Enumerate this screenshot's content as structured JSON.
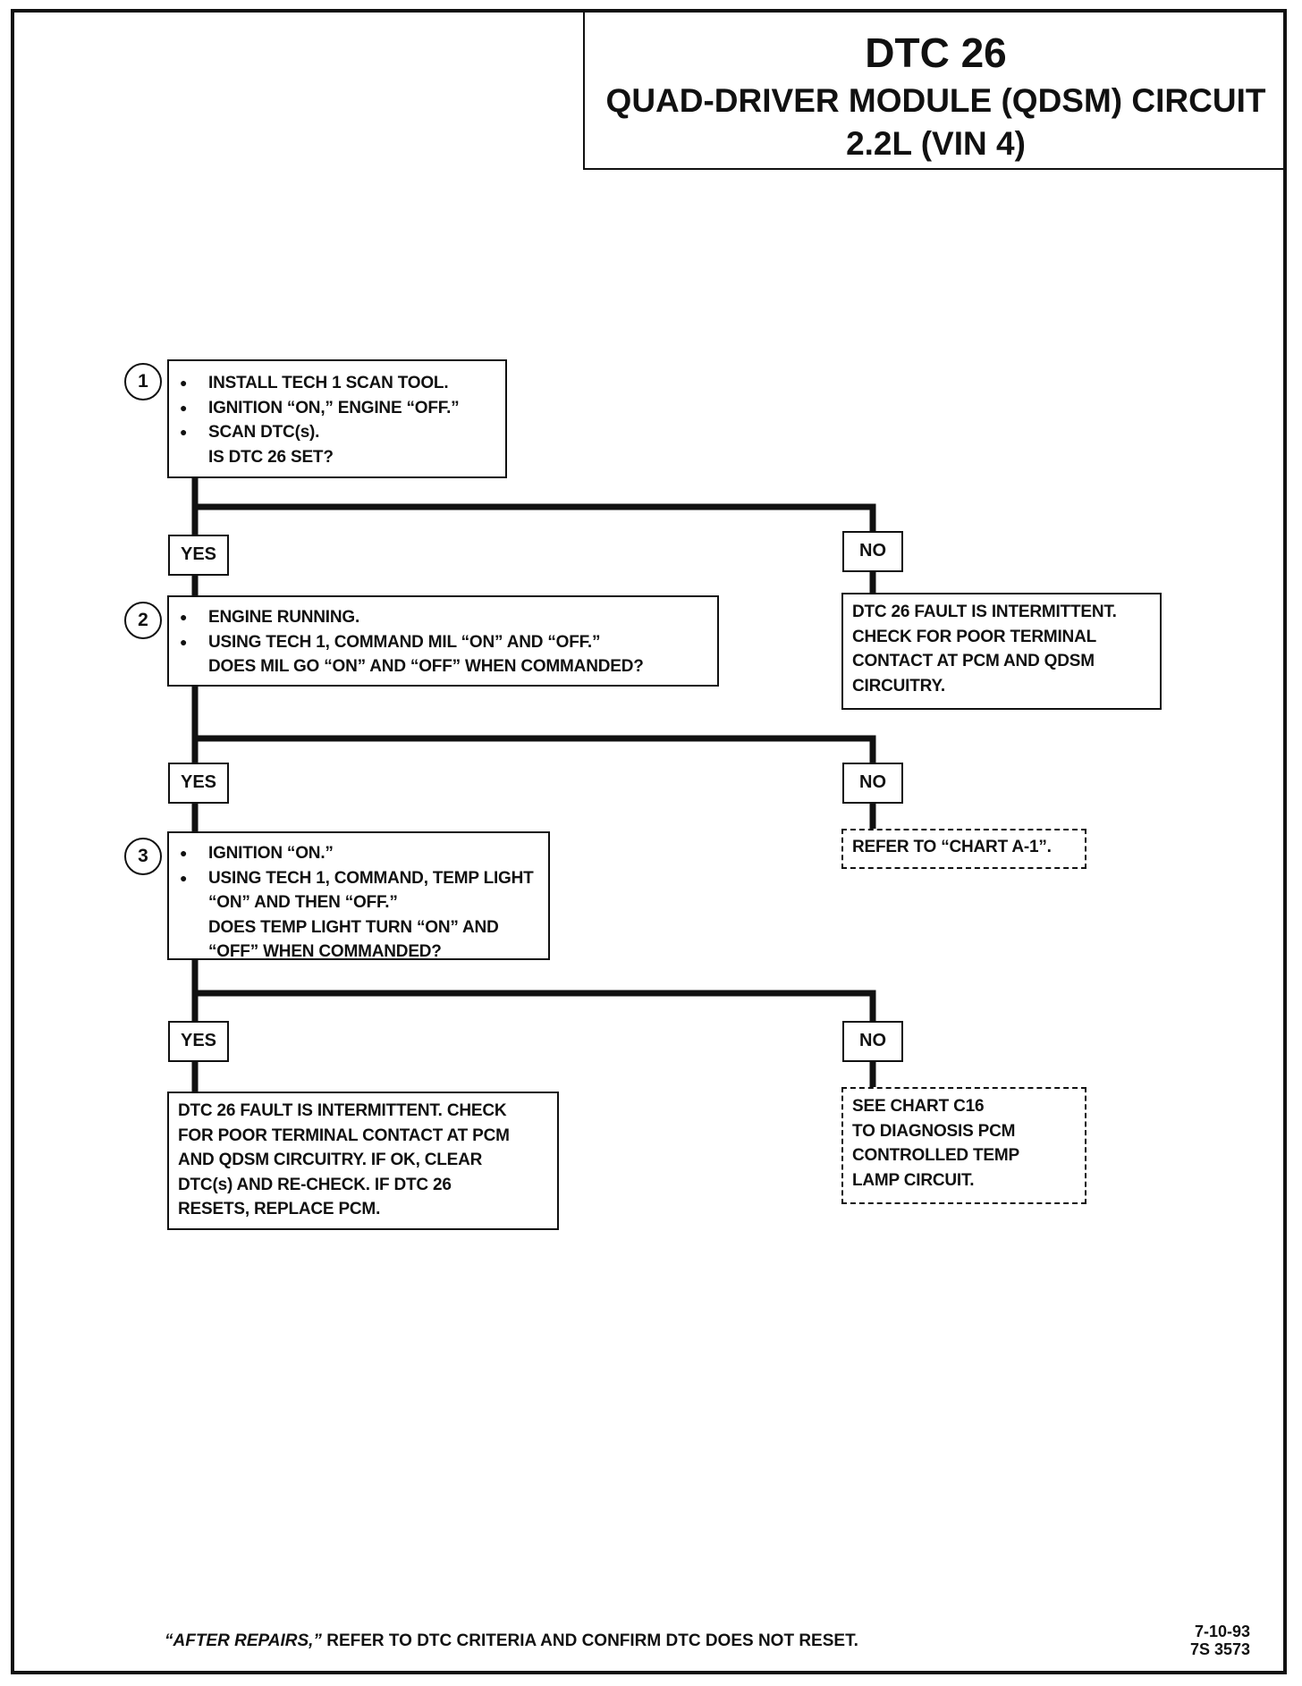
{
  "header": {
    "title": "DTC 26",
    "subtitle_line1": "QUAD-DRIVER MODULE (QDSM) CIRCUIT",
    "subtitle_line2": "2.2L  (VIN 4)"
  },
  "steps": {
    "step1": {
      "number": "1",
      "bullets": [
        "INSTALL TECH 1 SCAN TOOL.",
        "IGNITION “ON,” ENGINE “OFF.”",
        "SCAN DTC(s)."
      ],
      "question": "IS DTC 26 SET?"
    },
    "step2": {
      "number": "2",
      "bullets": [
        "ENGINE RUNNING.",
        "USING TECH 1, COMMAND MIL “ON” AND “OFF.”"
      ],
      "question": "DOES MIL GO “ON” AND “OFF” WHEN COMMANDED?"
    },
    "step3": {
      "number": "3",
      "bullets": [
        "IGNITION “ON.”",
        "USING TECH 1, COMMAND, TEMP LIGHT “ON” AND THEN “OFF.”"
      ],
      "question": "DOES TEMP LIGHT TURN “ON” AND “OFF” WHEN COMMANDED?"
    }
  },
  "branches": {
    "yes": "YES",
    "no": "NO"
  },
  "results": {
    "no1": "DTC 26 FAULT IS INTERMITTENT.\nCHECK FOR POOR TERMINAL\nCONTACT AT PCM AND QDSM\nCIRCUITRY.",
    "no2": "REFER TO “CHART A-1”.",
    "yes3": "DTC 26 FAULT IS INTERMITTENT.  CHECK\nFOR POOR TERMINAL CONTACT AT PCM\nAND QDSM CIRCUITRY.  IF OK, CLEAR\nDTC(s) AND RE-CHECK.  IF DTC 26\nRESETS, REPLACE PCM.",
    "no3": "SEE CHART  C16\nTO DIAGNOSIS PCM\nCONTROLLED TEMP\nLAMP CIRCUIT."
  },
  "footer": {
    "note_italic": "“AFTER REPAIRS,”",
    "note_rest": " REFER TO DTC CRITERIA  AND CONFIRM DTC DOES NOT RESET.",
    "date": "7-10-93",
    "code": "7S 3573"
  }
}
